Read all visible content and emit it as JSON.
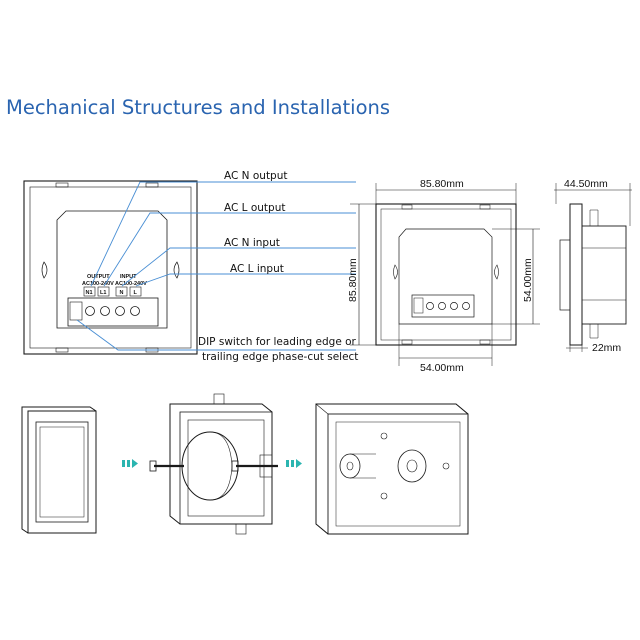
{
  "title": "Mechanical Structures and Installations",
  "callouts": {
    "ac_n_output": "AC N output",
    "ac_l_output": "AC L output",
    "ac_n_input": "AC N input",
    "ac_l_input": "AC L input",
    "dip_line1": "DIP switch for leading edge or",
    "dip_line2": "trailing edge phase-cut select"
  },
  "terminal": {
    "output_label": "OUTPUT",
    "output_voltage": "AC100-240V",
    "input_label": "INPUT",
    "input_voltage": "AC100-240V",
    "pins": [
      "N1",
      "L1",
      "N",
      "L"
    ]
  },
  "dimensions": {
    "width": "85.80mm",
    "height": "85.80mm",
    "depth": "44.50mm",
    "inner_height": "54.00mm",
    "inner_width": "54.00mm",
    "plate_depth": "22mm"
  },
  "colors": {
    "title": "#2a64b0",
    "callout_line": "#4a8fd4",
    "install_arrow": "#2bb5b0"
  }
}
